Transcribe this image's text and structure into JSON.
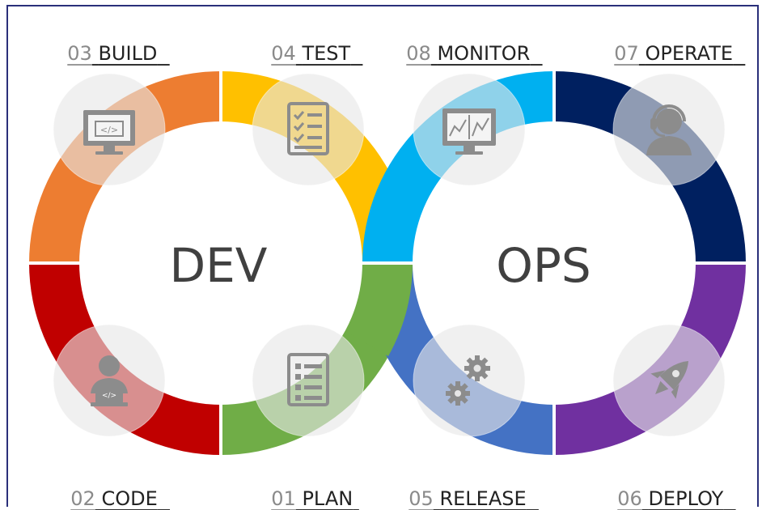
{
  "stages": {
    "build": {
      "num": "03",
      "word": "BUILD"
    },
    "test": {
      "num": "04",
      "word": "TEST"
    },
    "monitor": {
      "num": "08",
      "word": "MONITOR"
    },
    "operate": {
      "num": "07",
      "word": "OPERATE"
    },
    "code": {
      "num": "02",
      "word": "CODE"
    },
    "plan": {
      "num": "01",
      "word": "PLAN"
    },
    "release": {
      "num": "05",
      "word": "RELEASE"
    },
    "deploy": {
      "num": "06",
      "word": "DEPLOY"
    }
  },
  "dev_title": "DEV",
  "ops_title": "OPS",
  "colors": {
    "build": "#ED7D31",
    "test": "#FFC000",
    "code": "#C00000",
    "plan": "#70AD47",
    "monitor": "#00B0F0",
    "operate": "#002060",
    "release": "#4472C4",
    "deploy": "#7030A0",
    "icon": "#8C8C8C",
    "frame": "#2A2F7A"
  },
  "icons": {
    "build": "code-monitor-icon",
    "test": "checklist-icon",
    "code": "developer-laptop-icon",
    "plan": "plan-list-icon",
    "monitor": "chart-monitor-icon",
    "operate": "headset-operator-icon",
    "release": "gears-icon",
    "deploy": "rocket-icon"
  }
}
